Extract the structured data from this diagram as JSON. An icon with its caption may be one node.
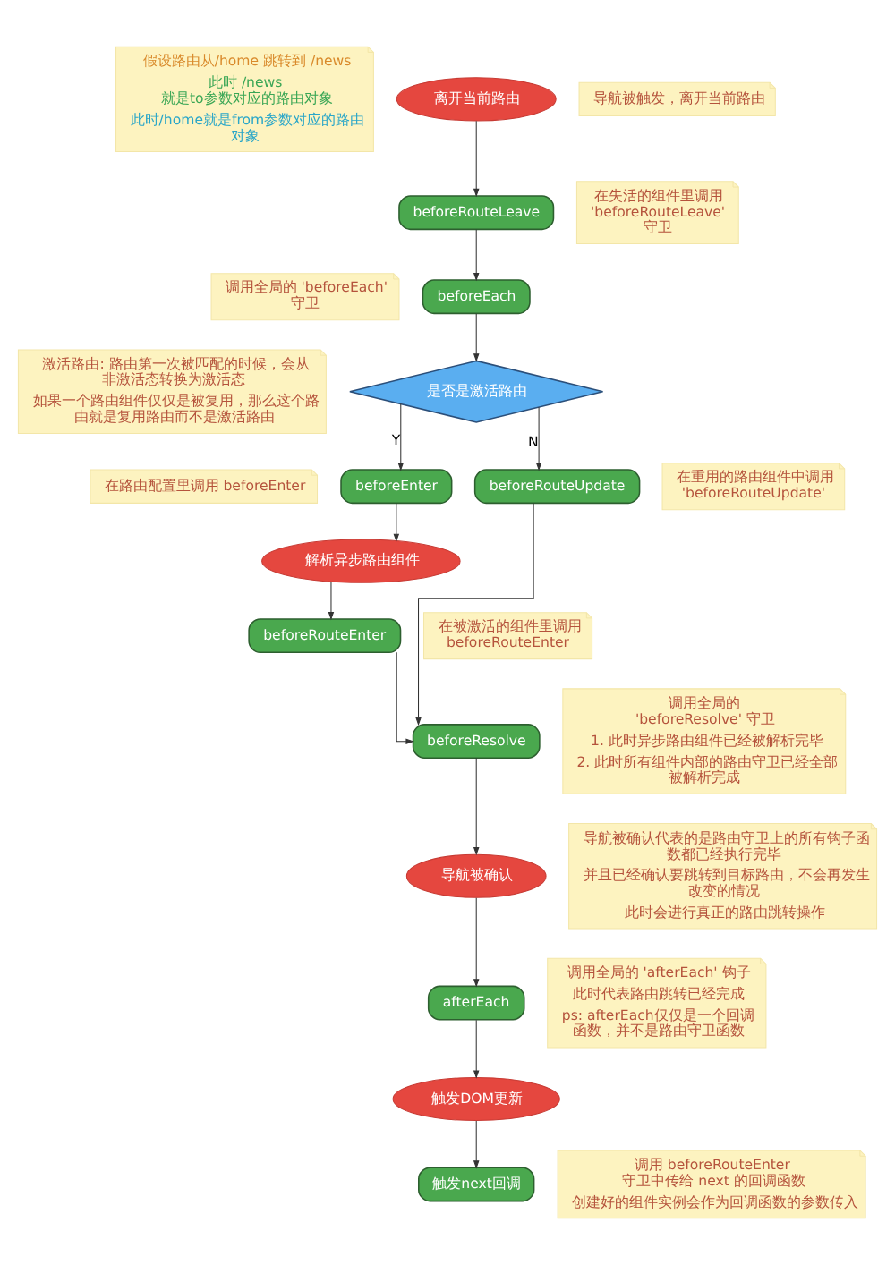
{
  "diagram": {
    "nodes": [
      {
        "text": [
          "假设路由从/home 跳转到 /news",
          "此时 /news 就是to参数对应的路由对象",
          "此时/home就是from参数对应的路由对象"
        ]
      },
      {
        "text": [
          "离开当前路由"
        ]
      },
      {
        "text": [
          "导航被触发，离开当前路由"
        ]
      },
      {
        "text": [
          "beforeRouteLeave"
        ]
      },
      {
        "text": [
          "在失活的组件里调用 'beforeRouteLeave' 守卫"
        ]
      },
      {
        "text": [
          "调用全局的 'beforeEach' 守卫"
        ]
      },
      {
        "text": [
          "beforeEach"
        ]
      },
      {
        "text": [
          "激活路由: 路由第一次被匹配的时候，会从非激活态转换为激活态",
          "如果一个路由组件仅仅是被复用，那么这个路由就是复用路由而不是激活路由"
        ]
      },
      {
        "text": [
          "是否是激活路由"
        ]
      },
      {
        "text": [
          "在路由配置里调用 beforeEnter"
        ]
      },
      {
        "text": [
          "beforeEnter"
        ]
      },
      {
        "text": [
          "beforeRouteUpdate"
        ]
      },
      {
        "text": [
          "在重用的路由组件中调用 'beforeRouteUpdate'"
        ]
      },
      {
        "text": [
          "解析异步路由组件"
        ]
      },
      {
        "text": [
          "在被激活的组件里调用 beforeRouteEnter"
        ]
      },
      {
        "text": [
          "beforeRouteEnter"
        ]
      },
      {
        "text": [
          "beforeResolve"
        ]
      },
      {
        "text": [
          "调用全局的 'beforeResolve' 守卫",
          "1. 此时异步路由组件已经被解析完毕",
          "2. 此时所有组件内部的路由守卫已经全部被解析完成"
        ]
      },
      {
        "text": [
          "导航被确认"
        ]
      },
      {
        "text": [
          "导航被确认代表的是路由守卫上的所有钩子函数都已经执行完毕",
          "并且已经确认要跳转到目标路由，不会再发生改变的情况",
          "此时会进行真正的路由跳转操作"
        ]
      },
      {
        "text": [
          "afterEach"
        ]
      },
      {
        "text": [
          "调用全局的 'afterEach' 钩子",
          "此时代表路由跳转已经完成",
          "ps: afterEach仅仅是一个回调函数，并不是路由守卫函数"
        ]
      },
      {
        "text": [
          "触发DOM更新"
        ]
      },
      {
        "text": [
          "触发next回调"
        ]
      },
      {
        "text": [
          "调用 beforeRouteEnter 守卫中传给 next 的回调函数",
          "创建好的组件实例会作为回调函数的参数传入"
        ]
      }
    ],
    "edges": [
      {
        "from": 1,
        "to": 3,
        "arrow": "to"
      },
      {
        "from": 3,
        "to": 6,
        "arrow": "to"
      },
      {
        "from": 6,
        "to": 8,
        "arrow": "to"
      },
      {
        "from": 8,
        "to": 10,
        "arrow": "to",
        "label": "Y"
      },
      {
        "from": 8,
        "to": 11,
        "arrow": "to",
        "label": "N"
      },
      {
        "from": 10,
        "to": 13,
        "arrow": "to"
      },
      {
        "from": 13,
        "to": 15,
        "arrow": "to"
      },
      {
        "from": 15,
        "to": 16,
        "arrow": "to"
      },
      {
        "from": 11,
        "to": 16,
        "arrow": "to"
      },
      {
        "from": 16,
        "to": 18,
        "arrow": "to"
      },
      {
        "from": 18,
        "to": 20,
        "arrow": "to"
      },
      {
        "from": 20,
        "to": 22,
        "arrow": "to"
      },
      {
        "from": 22,
        "to": 23,
        "arrow": "to"
      }
    ]
  }
}
